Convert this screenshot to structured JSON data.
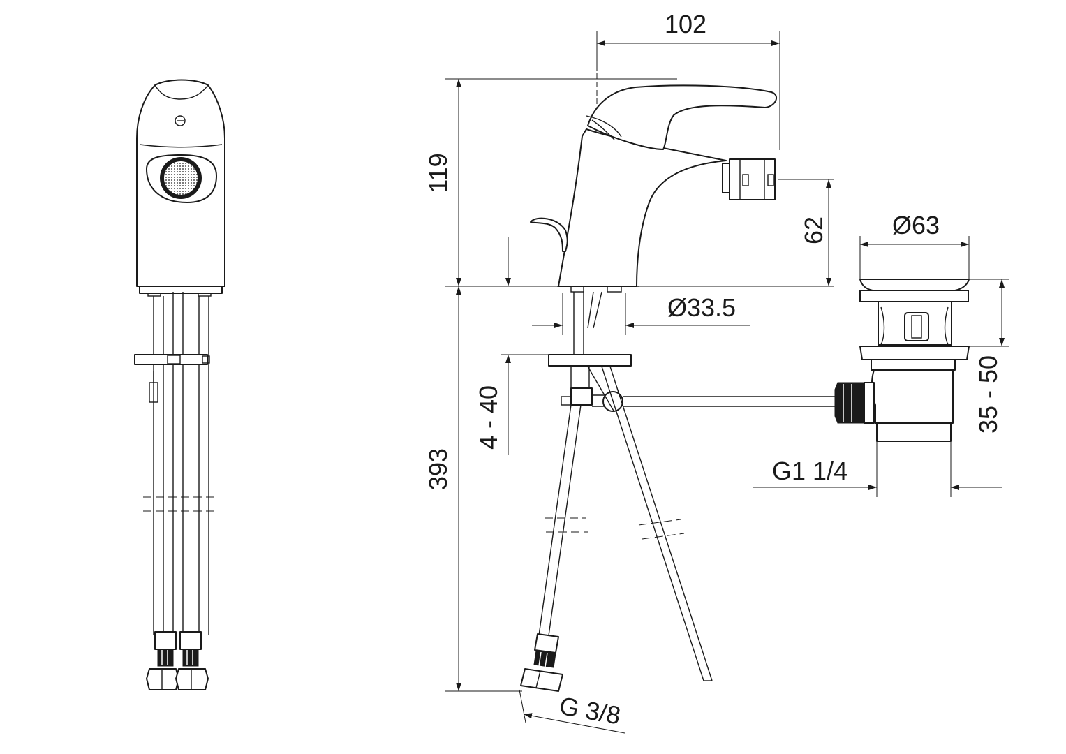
{
  "drawing": {
    "dimensions": {
      "width_102": "102",
      "height_119": "119",
      "height_62": "62",
      "diameter_63": "Ø63",
      "diameter_33_5": "Ø33.5",
      "range_4_40": "4 - 40",
      "height_393": "393",
      "range_35_50": "35 - 50",
      "thread_g1_1_4": "G1 1/4",
      "thread_g3_8": "G 3/8"
    }
  }
}
